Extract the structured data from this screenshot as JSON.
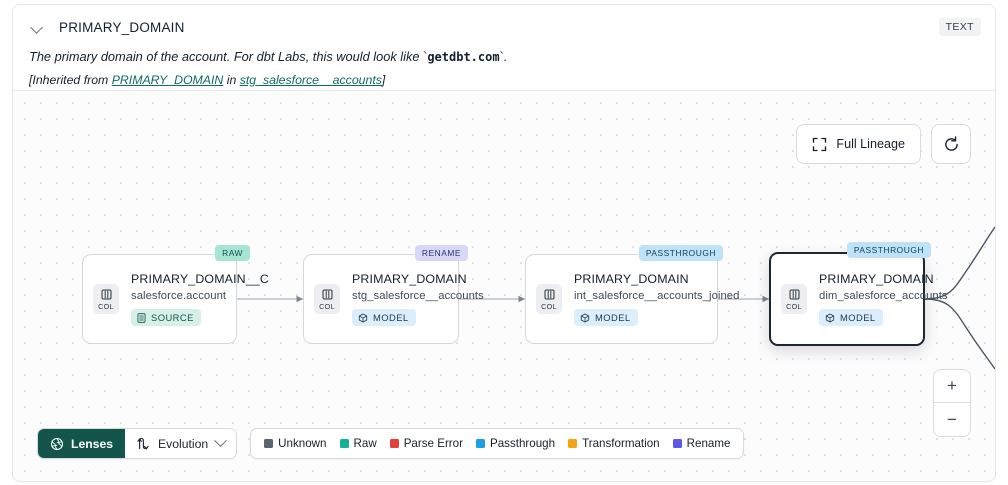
{
  "header": {
    "collapse_icon": "chevron-down-icon",
    "column_name": "PRIMARY_DOMAIN",
    "type_badge": "TEXT",
    "description_pre": "The primary domain of the account. For dbt Labs, this would look like ",
    "description_code": "getdbt.com",
    "description_post": ".",
    "inherited_pre": "[Inherited from ",
    "inherited_link1": "PRIMARY_DOMAIN",
    "inherited_mid": " in ",
    "inherited_link2": "stg_salesforce__accounts",
    "inherited_post": "]"
  },
  "toolbar": {
    "full_lineage_label": "Full Lineage",
    "full_lineage_icon": "expand-corners-icon",
    "refresh_icon": "refresh-icon"
  },
  "zoom_controls": {
    "zoom_in_label": "+",
    "zoom_out_label": "−"
  },
  "graph": {
    "col_chip_label": "COL",
    "nodes": [
      {
        "id": "n1",
        "tag": "RAW",
        "tag_kind": "raw",
        "name": "PRIMARY_DOMAIN__C",
        "path": "salesforce.account",
        "badge": "SOURCE",
        "badge_kind": "source",
        "badge_icon": "database-icon",
        "selected": false
      },
      {
        "id": "n2",
        "tag": "RENAME",
        "tag_kind": "ren",
        "name": "PRIMARY_DOMAIN",
        "path": "stg_salesforce__accounts",
        "badge": "MODEL",
        "badge_kind": "model",
        "badge_icon": "cube-icon",
        "selected": false
      },
      {
        "id": "n3",
        "tag": "PASSTHROUGH",
        "tag_kind": "pass",
        "name": "PRIMARY_DOMAIN",
        "path": "int_salesforce__accounts_joined",
        "badge": "MODEL",
        "badge_kind": "model",
        "badge_icon": "cube-icon",
        "selected": false
      },
      {
        "id": "n4",
        "tag": "PASSTHROUGH",
        "tag_kind": "pass",
        "name": "PRIMARY_DOMAIN",
        "path": "dim_salesforce_accounts",
        "badge": "MODEL",
        "badge_kind": "model",
        "badge_icon": "cube-icon",
        "selected": true
      }
    ]
  },
  "bottom_bar": {
    "lenses_label": "Lenses",
    "lenses_icon": "aperture-icon",
    "evolution_label": "Evolution",
    "evolution_icon": "evolution-arrows-icon",
    "evolution_chevron": "chevron-down-icon",
    "legend": [
      {
        "label": "Unknown",
        "color": "#5b6670"
      },
      {
        "label": "Raw",
        "color": "#13b394"
      },
      {
        "label": "Parse Error",
        "color": "#e2403b"
      },
      {
        "label": "Passthrough",
        "color": "#1c9fe0"
      },
      {
        "label": "Transformation",
        "color": "#f2a416"
      },
      {
        "label": "Rename",
        "color": "#5a5ae6"
      }
    ]
  }
}
